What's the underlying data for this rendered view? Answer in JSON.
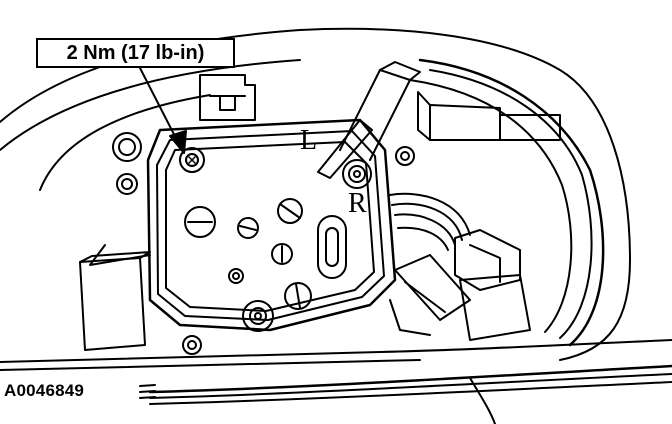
{
  "callout": {
    "torque_text": "2 Nm (17 lb-in)"
  },
  "labels": {
    "left": "L",
    "right": "R"
  },
  "figure_id": "A0046849",
  "colors": {
    "line": "#000000",
    "background": "#ffffff"
  }
}
